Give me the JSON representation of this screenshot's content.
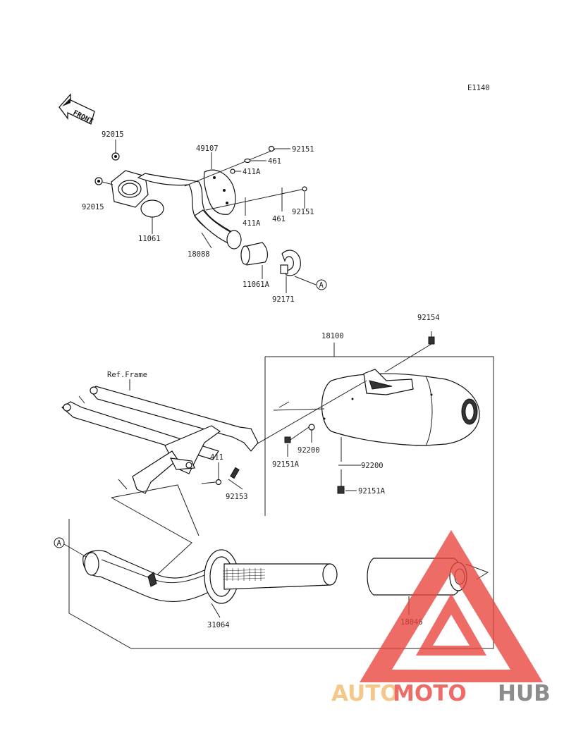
{
  "diagram_code": "E1140",
  "front_label": "FRONT",
  "frame_label": "Ref.Frame",
  "callout_letter": "A",
  "parts": {
    "p92015_top": "92015",
    "p92015_left": "92015",
    "p11061": "11061",
    "p18088": "18088",
    "p49107": "49107",
    "p92151_top": "92151",
    "p461_top": "461",
    "p411A_top": "411A",
    "p411A_bot": "411A",
    "p461_bot": "461",
    "p92151_bot": "92151",
    "p11061A": "11061A",
    "p92171": "92171",
    "p92154": "92154",
    "p18100": "18100",
    "p92200_a": "92200",
    "p92151A_a": "92151A",
    "p92200_b": "92200",
    "p92151A_b": "92151A",
    "p411": "411",
    "p92153": "92153",
    "p31064": "31064",
    "p18046": "18046"
  },
  "watermark": {
    "part1": "AUTO",
    "part2": "MOTO",
    "part3": "HUB"
  },
  "colors": {
    "wm_orange": "#f2b96a",
    "wm_red": "#e8443c",
    "wm_gray": "#6d6d6d"
  }
}
